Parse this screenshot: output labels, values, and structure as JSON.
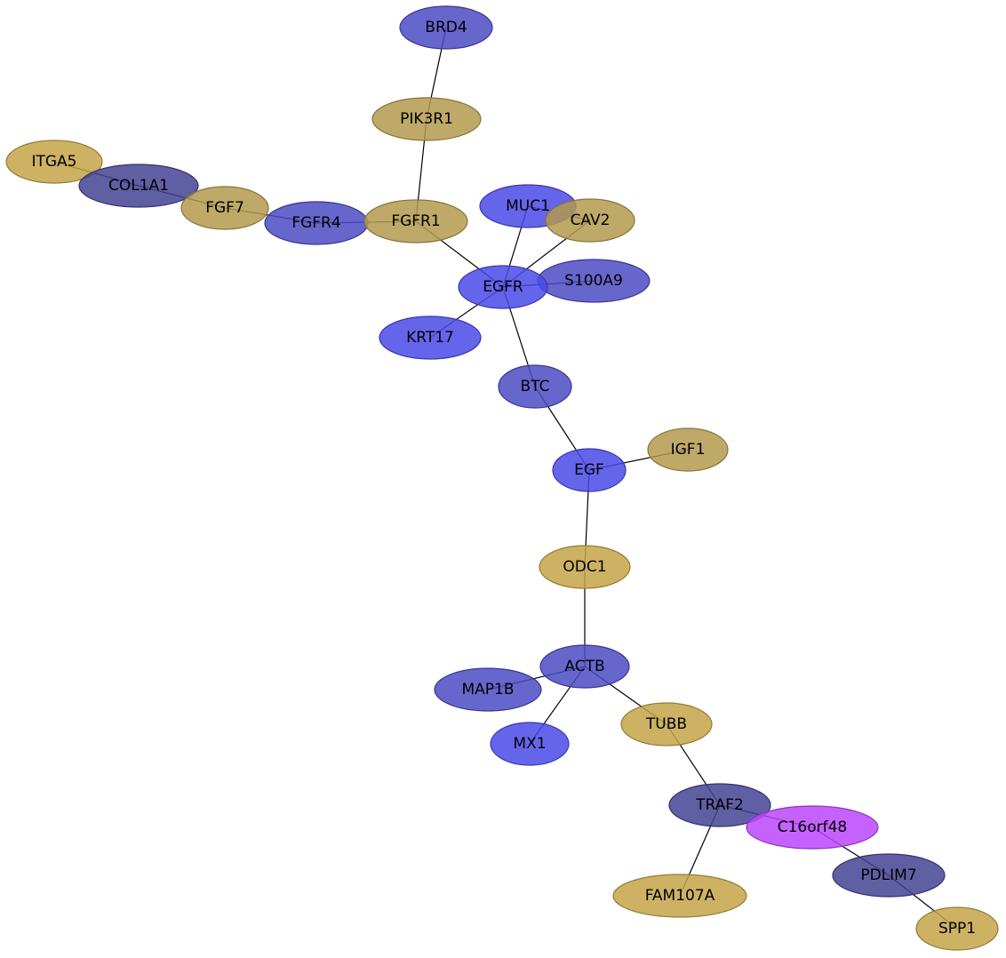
{
  "colors": {
    "blue": "#4b4bc4",
    "bright_blue": "#4a4ae8",
    "dark_blue": "#454393",
    "gold": "#c4a548",
    "olive_gold": "#b49a4e",
    "purple": "#bb47ff"
  },
  "nodes": [
    {
      "id": "BRD4",
      "label": "BRD4",
      "color": "blue"
    },
    {
      "id": "PIK3R1",
      "label": "PIK3R1",
      "color": "olive_gold"
    },
    {
      "id": "ITGA5",
      "label": "ITGA5",
      "color": "gold"
    },
    {
      "id": "COL1A1",
      "label": "COL1A1",
      "color": "dark_blue"
    },
    {
      "id": "FGF7",
      "label": "FGF7",
      "color": "olive_gold"
    },
    {
      "id": "FGFR4",
      "label": "FGFR4",
      "color": "blue"
    },
    {
      "id": "FGFR1",
      "label": "FGFR1",
      "color": "olive_gold"
    },
    {
      "id": "MUC1",
      "label": "MUC1",
      "color": "bright_blue"
    },
    {
      "id": "CAV2",
      "label": "CAV2",
      "color": "olive_gold"
    },
    {
      "id": "S100A9",
      "label": "S100A9",
      "color": "blue"
    },
    {
      "id": "EGFR",
      "label": "EGFR",
      "color": "bright_blue"
    },
    {
      "id": "KRT17",
      "label": "KRT17",
      "color": "bright_blue"
    },
    {
      "id": "BTC",
      "label": "BTC",
      "color": "blue"
    },
    {
      "id": "IGF1",
      "label": "IGF1",
      "color": "olive_gold"
    },
    {
      "id": "EGF",
      "label": "EGF",
      "color": "bright_blue"
    },
    {
      "id": "ODC1",
      "label": "ODC1",
      "color": "gold"
    },
    {
      "id": "ACTB",
      "label": "ACTB",
      "color": "blue"
    },
    {
      "id": "MAP1B",
      "label": "MAP1B",
      "color": "blue"
    },
    {
      "id": "MX1",
      "label": "MX1",
      "color": "bright_blue"
    },
    {
      "id": "TUBB",
      "label": "TUBB",
      "color": "gold"
    },
    {
      "id": "TRAF2",
      "label": "TRAF2",
      "color": "dark_blue"
    },
    {
      "id": "C16orf48",
      "label": "C16orf48",
      "color": "purple"
    },
    {
      "id": "PDLIM7",
      "label": "PDLIM7",
      "color": "dark_blue"
    },
    {
      "id": "FAM107A",
      "label": "FAM107A",
      "color": "gold"
    },
    {
      "id": "SPP1",
      "label": "SPP1",
      "color": "gold"
    }
  ],
  "edges": [
    [
      "BRD4",
      "PIK3R1"
    ],
    [
      "PIK3R1",
      "FGFR1"
    ],
    [
      "ITGA5",
      "COL1A1"
    ],
    [
      "COL1A1",
      "FGF7"
    ],
    [
      "FGF7",
      "FGFR4"
    ],
    [
      "FGFR4",
      "FGFR1"
    ],
    [
      "FGFR1",
      "EGFR"
    ],
    [
      "MUC1",
      "EGFR"
    ],
    [
      "MUC1",
      "CAV2"
    ],
    [
      "CAV2",
      "EGFR"
    ],
    [
      "S100A9",
      "EGFR"
    ],
    [
      "EGFR",
      "KRT17"
    ],
    [
      "EGFR",
      "BTC"
    ],
    [
      "BTC",
      "EGF"
    ],
    [
      "EGF",
      "IGF1"
    ],
    [
      "EGF",
      "ODC1"
    ],
    [
      "ODC1",
      "ACTB"
    ],
    [
      "ACTB",
      "MAP1B"
    ],
    [
      "ACTB",
      "MX1"
    ],
    [
      "ACTB",
      "TUBB"
    ],
    [
      "TUBB",
      "TRAF2"
    ],
    [
      "TRAF2",
      "C16orf48"
    ],
    [
      "TRAF2",
      "FAM107A"
    ],
    [
      "C16orf48",
      "PDLIM7"
    ],
    [
      "PDLIM7",
      "SPP1"
    ]
  ]
}
